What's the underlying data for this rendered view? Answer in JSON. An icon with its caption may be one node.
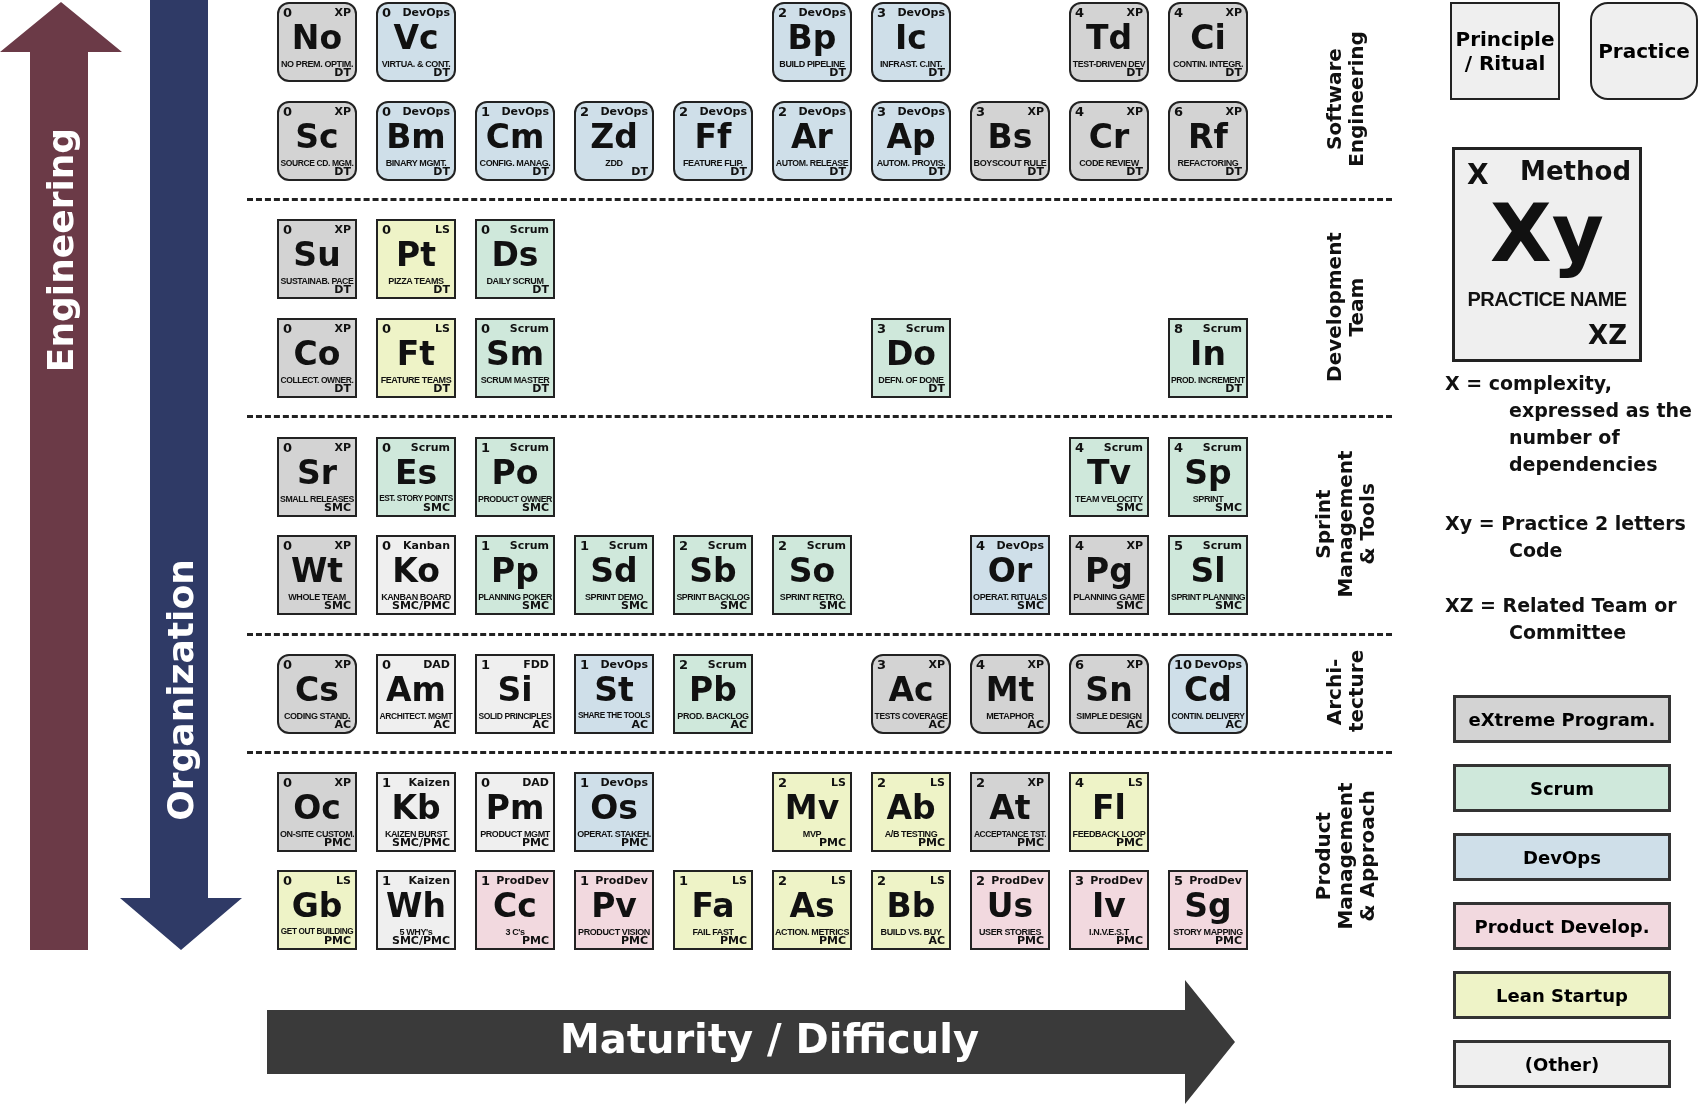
{
  "diagram": {
    "nodes": [
      {
        "text": [
          "0",
          "XP",
          "No",
          "NO PREM. OPTIM.",
          "DT"
        ]
      },
      {
        "text": [
          "0",
          "DevOps",
          "Vc",
          "VIRTUA. & CONT.",
          "DT"
        ]
      },
      {
        "text": [
          "2",
          "DevOps",
          "Bp",
          "BUILD PIPELINE",
          "DT"
        ]
      },
      {
        "text": [
          "3",
          "DevOps",
          "Ic",
          "INFRAST. C.INT.",
          "DT"
        ]
      },
      {
        "text": [
          "4",
          "XP",
          "Td",
          "TEST-DRIVEN DEV",
          "DT"
        ]
      },
      {
        "text": [
          "4",
          "XP",
          "Ci",
          "CONTIN. INTEGR.",
          "DT"
        ]
      },
      {
        "text": [
          "0",
          "XP",
          "Sc",
          "SOURCE CD. MGM.",
          "DT"
        ]
      },
      {
        "text": [
          "0",
          "DevOps",
          "Bm",
          "BINARY MGMT.",
          "DT"
        ]
      },
      {
        "text": [
          "1",
          "DevOps",
          "Cm",
          "CONFIG. MANAG.",
          "DT"
        ]
      },
      {
        "text": [
          "2",
          "DevOps",
          "Zd",
          "ZDD",
          "DT"
        ]
      },
      {
        "text": [
          "2",
          "DevOps",
          "Ff",
          "FEATURE FLIP.",
          "DT"
        ]
      },
      {
        "text": [
          "2",
          "DevOps",
          "Ar",
          "AUTOM. RELEASE",
          "DT"
        ]
      },
      {
        "text": [
          "3",
          "DevOps",
          "Ap",
          "AUTOM. PROVIS.",
          "DT"
        ]
      },
      {
        "text": [
          "3",
          "XP",
          "Bs",
          "BOYSCOUT RULE",
          "DT"
        ]
      },
      {
        "text": [
          "4",
          "XP",
          "Cr",
          "CODE REVIEW",
          "DT"
        ]
      },
      {
        "text": [
          "6",
          "XP",
          "Rf",
          "REFACTORING",
          "DT"
        ]
      },
      {
        "text": [
          "0",
          "XP",
          "Su",
          "SUSTAINAB. PACE",
          "DT"
        ]
      },
      {
        "text": [
          "0",
          "LS",
          "Pt",
          "PIZZA TEAMS",
          "DT"
        ]
      },
      {
        "text": [
          "0",
          "Scrum",
          "Ds",
          "DAILY SCRUM",
          "DT"
        ]
      },
      {
        "text": [
          "0",
          "XP",
          "Co",
          "COLLECT. OWNER.",
          "DT"
        ]
      },
      {
        "text": [
          "0",
          "LS",
          "Ft",
          "FEATURE TEAMS",
          "DT"
        ]
      },
      {
        "text": [
          "0",
          "Scrum",
          "Sm",
          "SCRUM MASTER",
          "DT"
        ]
      },
      {
        "text": [
          "3",
          "Scrum",
          "Do",
          "DEFN. OF DONE",
          "DT"
        ]
      },
      {
        "text": [
          "8",
          "Scrum",
          "In",
          "PROD. INCREMENT",
          "DT"
        ]
      },
      {
        "text": [
          "0",
          "XP",
          "Sr",
          "SMALL RELEASES",
          "SMC"
        ]
      },
      {
        "text": [
          "0",
          "Scrum",
          "Es",
          "EST. STORY POINTS",
          "SMC"
        ]
      },
      {
        "text": [
          "1",
          "Scrum",
          "Po",
          "PRODUCT OWNER",
          "SMC"
        ]
      },
      {
        "text": [
          "4",
          "Scrum",
          "Tv",
          "TEAM VELOCITY",
          "SMC"
        ]
      },
      {
        "text": [
          "4",
          "Scrum",
          "Sp",
          "SPRINT",
          "SMC"
        ]
      },
      {
        "text": [
          "0",
          "XP",
          "Wt",
          "WHOLE TEAM",
          "SMC"
        ]
      },
      {
        "text": [
          "0",
          "Kanban",
          "Ko",
          "KANBAN BOARD",
          "SMC/PMC"
        ]
      },
      {
        "text": [
          "1",
          "Scrum",
          "Pp",
          "PLANNING POKER",
          "SMC"
        ]
      },
      {
        "text": [
          "1",
          "Scrum",
          "Sd",
          "SPRINT DEMO",
          "SMC"
        ]
      },
      {
        "text": [
          "2",
          "Scrum",
          "Sb",
          "SPRINT BACKLOG",
          "SMC"
        ]
      },
      {
        "text": [
          "2",
          "Scrum",
          "So",
          "SPRINT RETRO.",
          "SMC"
        ]
      },
      {
        "text": [
          "4",
          "DevOps",
          "Or",
          "OPERAT. RITUALS",
          "SMC"
        ]
      },
      {
        "text": [
          "4",
          "XP",
          "Pg",
          "PLANNING GAME",
          "SMC"
        ]
      },
      {
        "text": [
          "5",
          "Scrum",
          "Sl",
          "SPRINT PLANNING",
          "SMC"
        ]
      },
      {
        "text": [
          "0",
          "XP",
          "Cs",
          "CODING STAND.",
          "AC"
        ]
      },
      {
        "text": [
          "0",
          "DAD",
          "Am",
          "ARCHITECT. MGMT",
          "AC"
        ]
      },
      {
        "text": [
          "1",
          "FDD",
          "Si",
          "SOLID PRINCIPLES",
          "AC"
        ]
      },
      {
        "text": [
          "1",
          "DevOps",
          "St",
          "SHARE THE TOOLS",
          "AC"
        ]
      },
      {
        "text": [
          "2",
          "Scrum",
          "Pb",
          "PROD. BACKLOG",
          "AC"
        ]
      },
      {
        "text": [
          "3",
          "XP",
          "Ac",
          "TESTS COVERAGE",
          "AC"
        ]
      },
      {
        "text": [
          "4",
          "XP",
          "Mt",
          "METAPHOR",
          "AC"
        ]
      },
      {
        "text": [
          "6",
          "XP",
          "Sn",
          "SIMPLE DESIGN",
          "AC"
        ]
      },
      {
        "text": [
          "10",
          "DevOps",
          "Cd",
          "CONTIN. DELIVERY",
          "AC"
        ]
      },
      {
        "text": [
          "0",
          "XP",
          "Oc",
          "ON-SITE CUSTOM.",
          "PMC"
        ]
      },
      {
        "text": [
          "1",
          "Kaizen",
          "Kb",
          "KAIZEN BURST",
          "SMC/PMC"
        ]
      },
      {
        "text": [
          "0",
          "DAD",
          "Pm",
          "PRODUCT MGMT",
          "PMC"
        ]
      },
      {
        "text": [
          "1",
          "DevOps",
          "Os",
          "OPERAT. STAKEH.",
          "PMC"
        ]
      },
      {
        "text": [
          "2",
          "LS",
          "Mv",
          "MVP",
          "PMC"
        ]
      },
      {
        "text": [
          "2",
          "LS",
          "Ab",
          "A/B TESTING",
          "PMC"
        ]
      },
      {
        "text": [
          "2",
          "XP",
          "At",
          "ACCEPTANCE TST.",
          "PMC"
        ]
      },
      {
        "text": [
          "4",
          "LS",
          "Fl",
          "FEEDBACK LOOP",
          "PMC"
        ]
      },
      {
        "text": [
          "0",
          "LS",
          "Gb",
          "GET OUT BUILDING",
          "PMC"
        ]
      },
      {
        "text": [
          "1",
          "Kaizen",
          "Wh",
          "5 WHY's",
          "SMC/PMC"
        ]
      },
      {
        "text": [
          "1",
          "ProdDev",
          "Cc",
          "3 C's",
          "PMC"
        ]
      },
      {
        "text": [
          "1",
          "ProdDev",
          "Pv",
          "PRODUCT VISION",
          "PMC"
        ]
      },
      {
        "text": [
          "1",
          "LS",
          "Fa",
          "FAIL FAST",
          "PMC"
        ]
      },
      {
        "text": [
          "2",
          "LS",
          "As",
          "ACTION. METRICS",
          "PMC"
        ]
      },
      {
        "text": [
          "2",
          "LS",
          "Bb",
          "BUILD VS. BUY",
          "AC"
        ]
      },
      {
        "text": [
          "2",
          "ProdDev",
          "Us",
          "USER STORIES",
          "PMC"
        ]
      },
      {
        "text": [
          "3",
          "ProdDev",
          "Iv",
          "I.N.V.E.S.T",
          "PMC"
        ]
      },
      {
        "text": [
          "5",
          "ProdDev",
          "Sg",
          "STORY MAPPING",
          "PMC"
        ]
      },
      {
        "text": [
          "X",
          "Method",
          "Xy",
          "PRACTICE NAME",
          "XZ"
        ]
      }
    ],
    "labels": [
      "Engineering",
      "Organization",
      "Software Engineering",
      "Development Team",
      "Sprint Management & Tools",
      "Archi- tecture",
      "Product Management & Approach",
      "Maturity / Difficuly",
      "X = complexity, expressed as the number of dependencies",
      "Xy = Practice 2 letters Code",
      "XZ = Related Team or Committee"
    ],
    "legend": [
      {
        "text": "Principle / Ritual"
      },
      {
        "text": "Practice"
      },
      {
        "text": "eXtreme Program.",
        "color": "#d3d3d3"
      },
      {
        "text": "Scrum",
        "color": "#cfe8db"
      },
      {
        "text": "DevOps",
        "color": "#cfdfe9"
      },
      {
        "text": "Product Develop.",
        "color": "#f2d9df"
      },
      {
        "text": "Lean Startup",
        "color": "#eef3c7"
      },
      {
        "text": "(Other)",
        "color": "#efefef"
      }
    ]
  }
}
